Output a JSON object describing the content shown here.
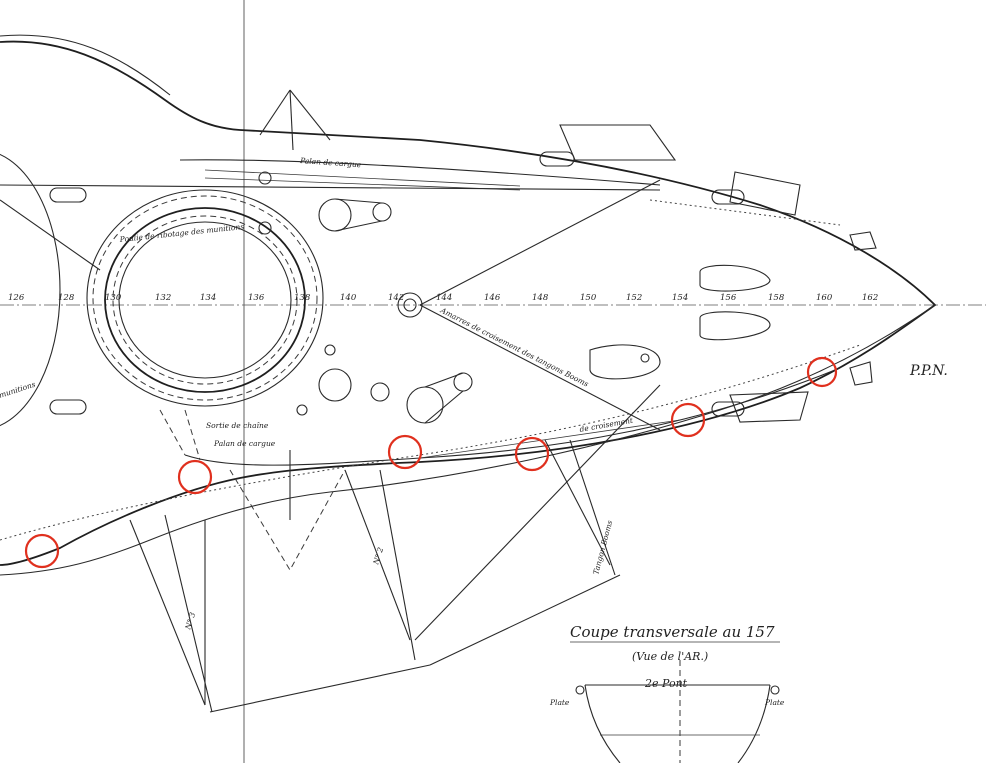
{
  "drawing": {
    "frame_numbers": [
      "126",
      "128",
      "130",
      "132",
      "134",
      "136",
      "138",
      "140",
      "142",
      "144",
      "146",
      "148",
      "150",
      "152",
      "154",
      "156",
      "158",
      "160",
      "162"
    ],
    "labels": {
      "palan_de_cargue_top": "Palan de cargue",
      "poulie_ribotage": "Poulie de ribotage des munitions",
      "amarres": "Amarres de croisement des tangons Booms",
      "sortie_chaine": "Sortie de chaîne",
      "palan_de_cargue_low": "Palan de cargue",
      "croisement": "de croisement",
      "munitions": "munitions",
      "ppn": "P.P.N.",
      "n2": "N° 2",
      "n3": "N° 3",
      "tangon": "Tangon Booms",
      "section_title": "Coupe transversale au 157",
      "view_note": "(Vue de l'AR.)",
      "pont": "2e Pont",
      "plate_left": "Plate",
      "plate_right": "Plate"
    },
    "highlight_color": "#e0301e",
    "highlight_count": 6
  }
}
